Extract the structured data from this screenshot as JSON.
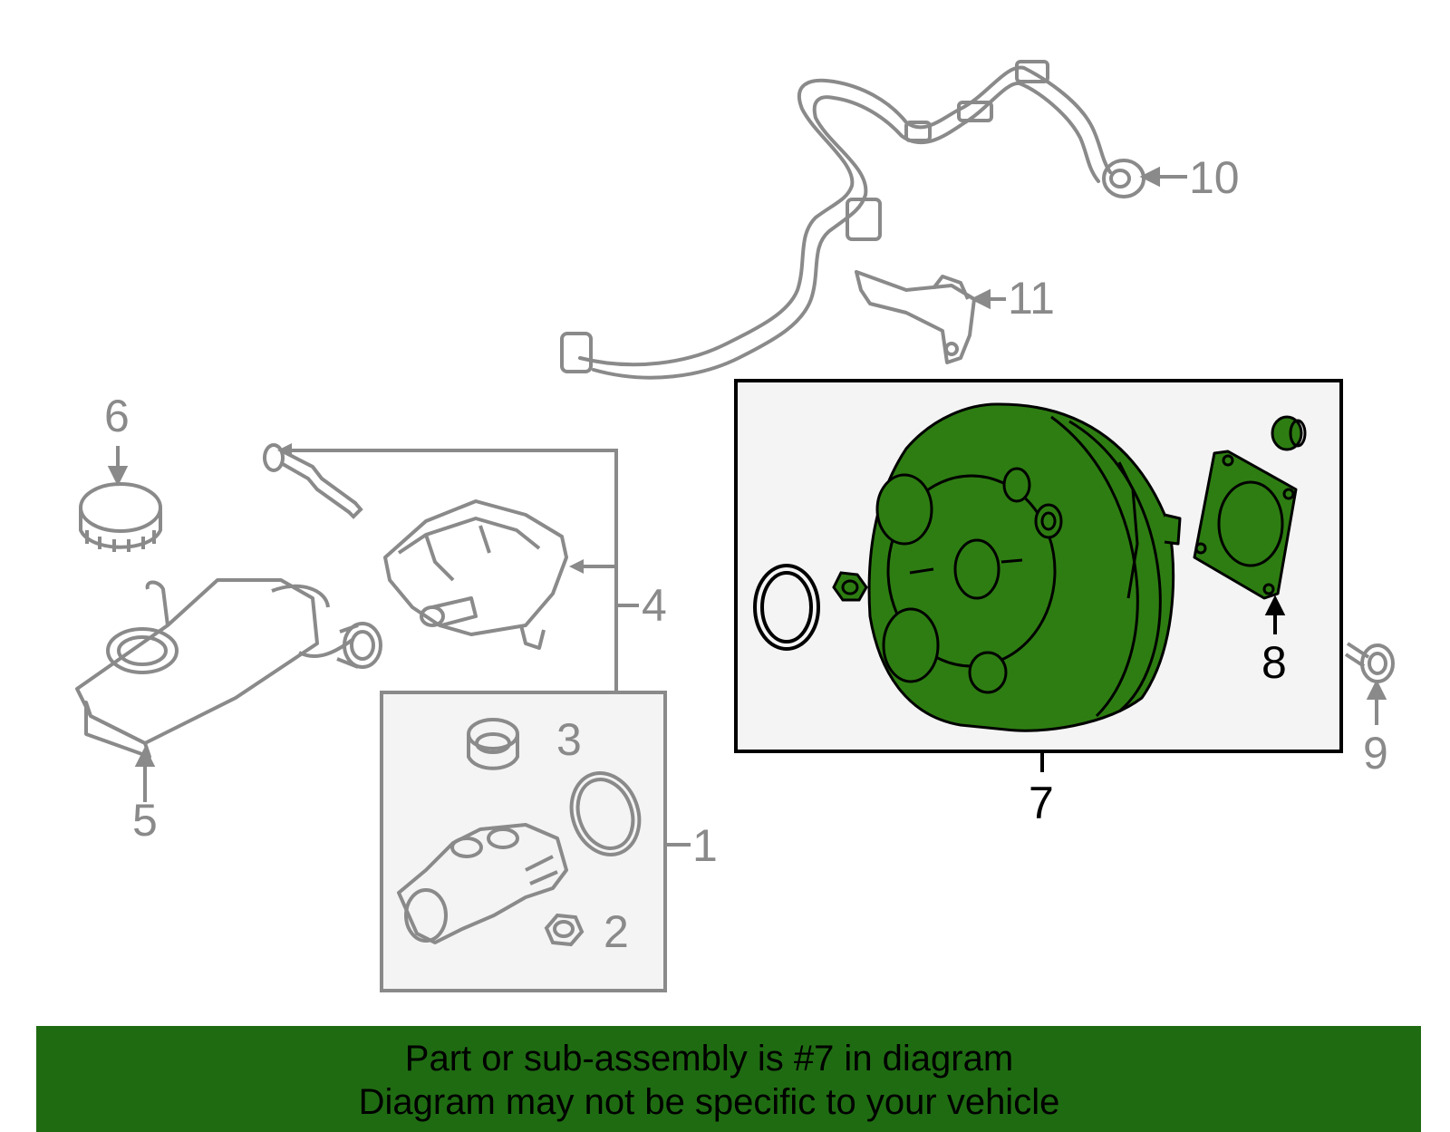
{
  "colors": {
    "highlight_fill": "#2e7d12",
    "part_stroke_gray": "#8a8a8a",
    "banner_bg": "#1f6b12",
    "box_fill": "#f4f4f4"
  },
  "callouts": {
    "c1": "1",
    "c2": "2",
    "c3": "3",
    "c4": "4",
    "c5": "5",
    "c6": "6",
    "c7": "7",
    "c8": "8",
    "c9": "9",
    "c10": "10",
    "c11": "11"
  },
  "banner": {
    "line1": "Part or sub-assembly is #7 in diagram",
    "line2": "Diagram may not be specific to your vehicle"
  }
}
